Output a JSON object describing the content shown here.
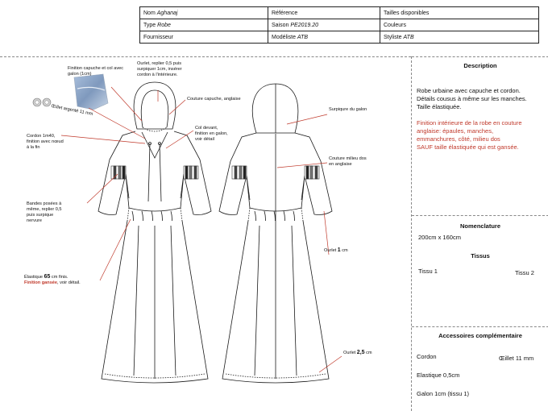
{
  "header": {
    "row1": {
      "nom_label": "Nom",
      "nom_value": "Aghanaj",
      "reference": "Référence",
      "tailles": "Tailles disponibles"
    },
    "row2": {
      "type_label": "Type",
      "type_value": "Robe",
      "saison_label": "Saison",
      "saison_value": "PE2019.20",
      "couleurs": "Couleurs"
    },
    "row3": {
      "fournisseur": "Fournisseur",
      "modeliste_label": "Modéliste",
      "modeliste_value": "ATB",
      "styliste_label": "Styliste",
      "styliste_value": "ATB"
    }
  },
  "description": {
    "title": "Description",
    "line1": "Robe urbaine avec capuche et cordon.",
    "line2": "Détails cousus à même sur les manches.",
    "line3": "Taille élastiquée.",
    "red1": "Finition intérieure de la robe en couture",
    "red2": "anglaise: épaules, manches,",
    "red3": "emmanchures, côté, milieu dos",
    "red4": "SAUF taille élastiquée qui est gansée."
  },
  "nomenclature": {
    "title": "Nomenclature",
    "value": "200cm x 160cm"
  },
  "tissus": {
    "title": "Tissus",
    "t1": "Tissu 1",
    "t2": "Tissu 2"
  },
  "accessoires": {
    "title": "Accessoires complémentaire",
    "cordon": "Cordon",
    "oeillet": "Œillet 11 mm",
    "elastique": "Elastique 0,5cm",
    "galon": "Galon 1cm (tissu 1)"
  },
  "annotations": {
    "finition_capuche": [
      "Finition capuche et col avec",
      "galon (1cm)"
    ],
    "oeillet": "Œillet argenté 11 mm",
    "ourlet_capuche": [
      "Ourlet, replier 0,5 puis",
      "surpiquer 1cm, insérer",
      "cordon à l'intérieure."
    ],
    "couture_capuche": "Couture capuche, anglaise",
    "col_devant": [
      "Col devant,",
      "finition en galon,",
      "voir détail"
    ],
    "cordon": [
      "Cordon 1m40,",
      "finition avec nœud",
      "à la fin"
    ],
    "bandes": [
      "Bandes posées à",
      "même, replier 0,5",
      "puis surpique",
      "nervure"
    ],
    "elastique_pre": "Élastique ",
    "elastique_num": "65",
    "elastique_post": " cm finis.",
    "finition_gansee": "Finition gansée",
    "voir_detail": ", voir détail.",
    "surpiqure_galon": "Surpiqure du galon",
    "couture_milieu": [
      "Couture milieu dos",
      "en anglaise"
    ],
    "ourlet1_pre": "Ourlet ",
    "ourlet1_num": "1",
    "ourlet1_post": " cm",
    "ourlet2_pre": "Ourlet ",
    "ourlet2_num": "2,5",
    "ourlet2_post": " cm"
  },
  "colors": {
    "accent_red": "#c0392b",
    "line": "#1a1a1a",
    "galon_blue": "#8fa8c8"
  }
}
